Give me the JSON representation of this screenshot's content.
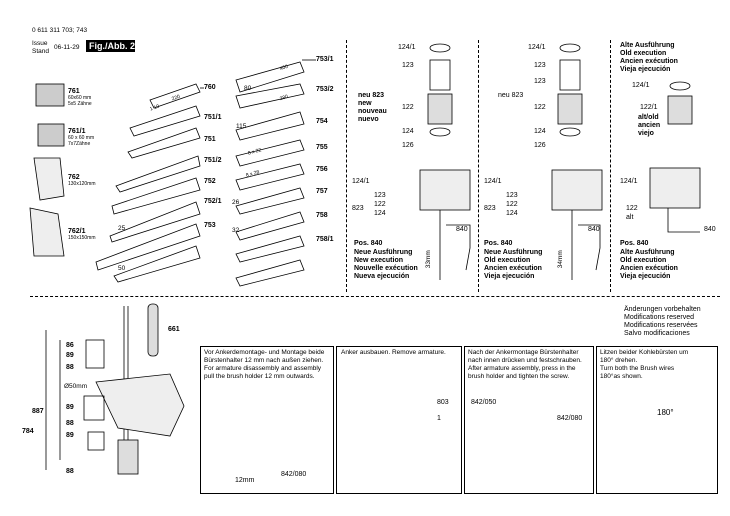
{
  "header": {
    "part_numbers": "0 611 311 703; 743",
    "issue_label": "Issue",
    "stand_label": "Stand",
    "date": "06-11-29",
    "figure": "Fig./Abb. 2"
  },
  "accessories": {
    "items": [
      {
        "num": "761",
        "desc1": "60x60 mm",
        "desc2": "5x5 Zähne"
      },
      {
        "num": "761/1",
        "desc1": "60 x 60 mm",
        "desc2": "7x7Zähne"
      },
      {
        "num": "762",
        "desc1": "130x120mm",
        "desc2": ""
      },
      {
        "num": "762/1",
        "desc1": "150x150mm",
        "desc2": ""
      }
    ],
    "chisels_left": [
      "760",
      "751/1",
      "751",
      "751/2",
      "752",
      "752/1",
      "753"
    ],
    "chisels_right": [
      "753/1",
      "753/2",
      "754",
      "755",
      "756",
      "757",
      "758",
      "758/1"
    ],
    "chisel_dims": [
      "1 10",
      "220",
      "400",
      "80",
      "115",
      "280",
      "25",
      "50",
      "8 x 28",
      "26",
      "32",
      "8 x 22"
    ]
  },
  "brush_panels": [
    {
      "top_callouts": [
        "124/1",
        "123",
        "neu 823",
        "new",
        "nouveau",
        "nuevo",
        "122",
        "124",
        "126"
      ],
      "bottom_callouts": [
        "124/1",
        "123",
        "122",
        "124",
        "823",
        "840"
      ],
      "dim": "33mm",
      "title": "Pos. 840",
      "lines": [
        "Neue Ausführung",
        "New execution",
        "Nouvelle exécution",
        "Nueva ejecución"
      ]
    },
    {
      "top_callouts": [
        "124/1",
        "123",
        "neu 823",
        "123",
        "122",
        "124",
        "126"
      ],
      "bottom_callouts": [
        "124/1",
        "123",
        "122",
        "124",
        "823",
        "840"
      ],
      "dim": "34mm",
      "title": "Pos. 840",
      "lines": [
        "Neue Ausführung",
        "Old execution",
        "Ancien exécution",
        "Vieja ejecución"
      ]
    },
    {
      "old_title": [
        "Alte Ausführung",
        "Old execution",
        "Ancien exécution",
        "Vieja ejecución"
      ],
      "top_callouts": [
        "124/1",
        "122/1",
        "alt/old",
        "ancien",
        "viejo"
      ],
      "bottom_callouts": [
        "124/1",
        "122",
        "alt",
        "840"
      ],
      "title": "Pos. 840",
      "lines": [
        "Alte Ausführung",
        "Old execution",
        "Ancien exécution",
        "Vieja ejecución"
      ]
    }
  ],
  "notice": [
    "Änderungen vorbehalten",
    "Modifications reserved",
    "Modifications reservées",
    "Salvo modificaciones"
  ],
  "holder": {
    "callouts": [
      "86",
      "89",
      "88",
      "89",
      "88",
      "89",
      "88",
      "887",
      "784",
      "Ø50mm",
      "661"
    ]
  },
  "instructions": [
    {
      "text": [
        "Vor Ankerdemontage- und Montage beide",
        "Bürstenhalter 12 mm nach außen ziehen.",
        "For armature disassembly and assembly",
        "pull the brush holder 12 mm outwards."
      ],
      "labels": [
        "12mm",
        "842/080"
      ]
    },
    {
      "text": [
        "Anker ausbauen. Remove armature."
      ],
      "labels": [
        "803",
        "1"
      ]
    },
    {
      "text": [
        "Nach der Ankermontage Bürstenhalter",
        "nach innen drücken und festschrauben.",
        "After armature assembly, press in the",
        "brush holder and tighten the screw."
      ],
      "labels": [
        "842/050",
        "842/080"
      ]
    },
    {
      "text": [
        "Litzen beider Kohlebürsten um",
        "180° drehen.",
        "Turn both the Brush wires",
        "180°as shown."
      ],
      "labels": [
        "180°"
      ]
    }
  ]
}
